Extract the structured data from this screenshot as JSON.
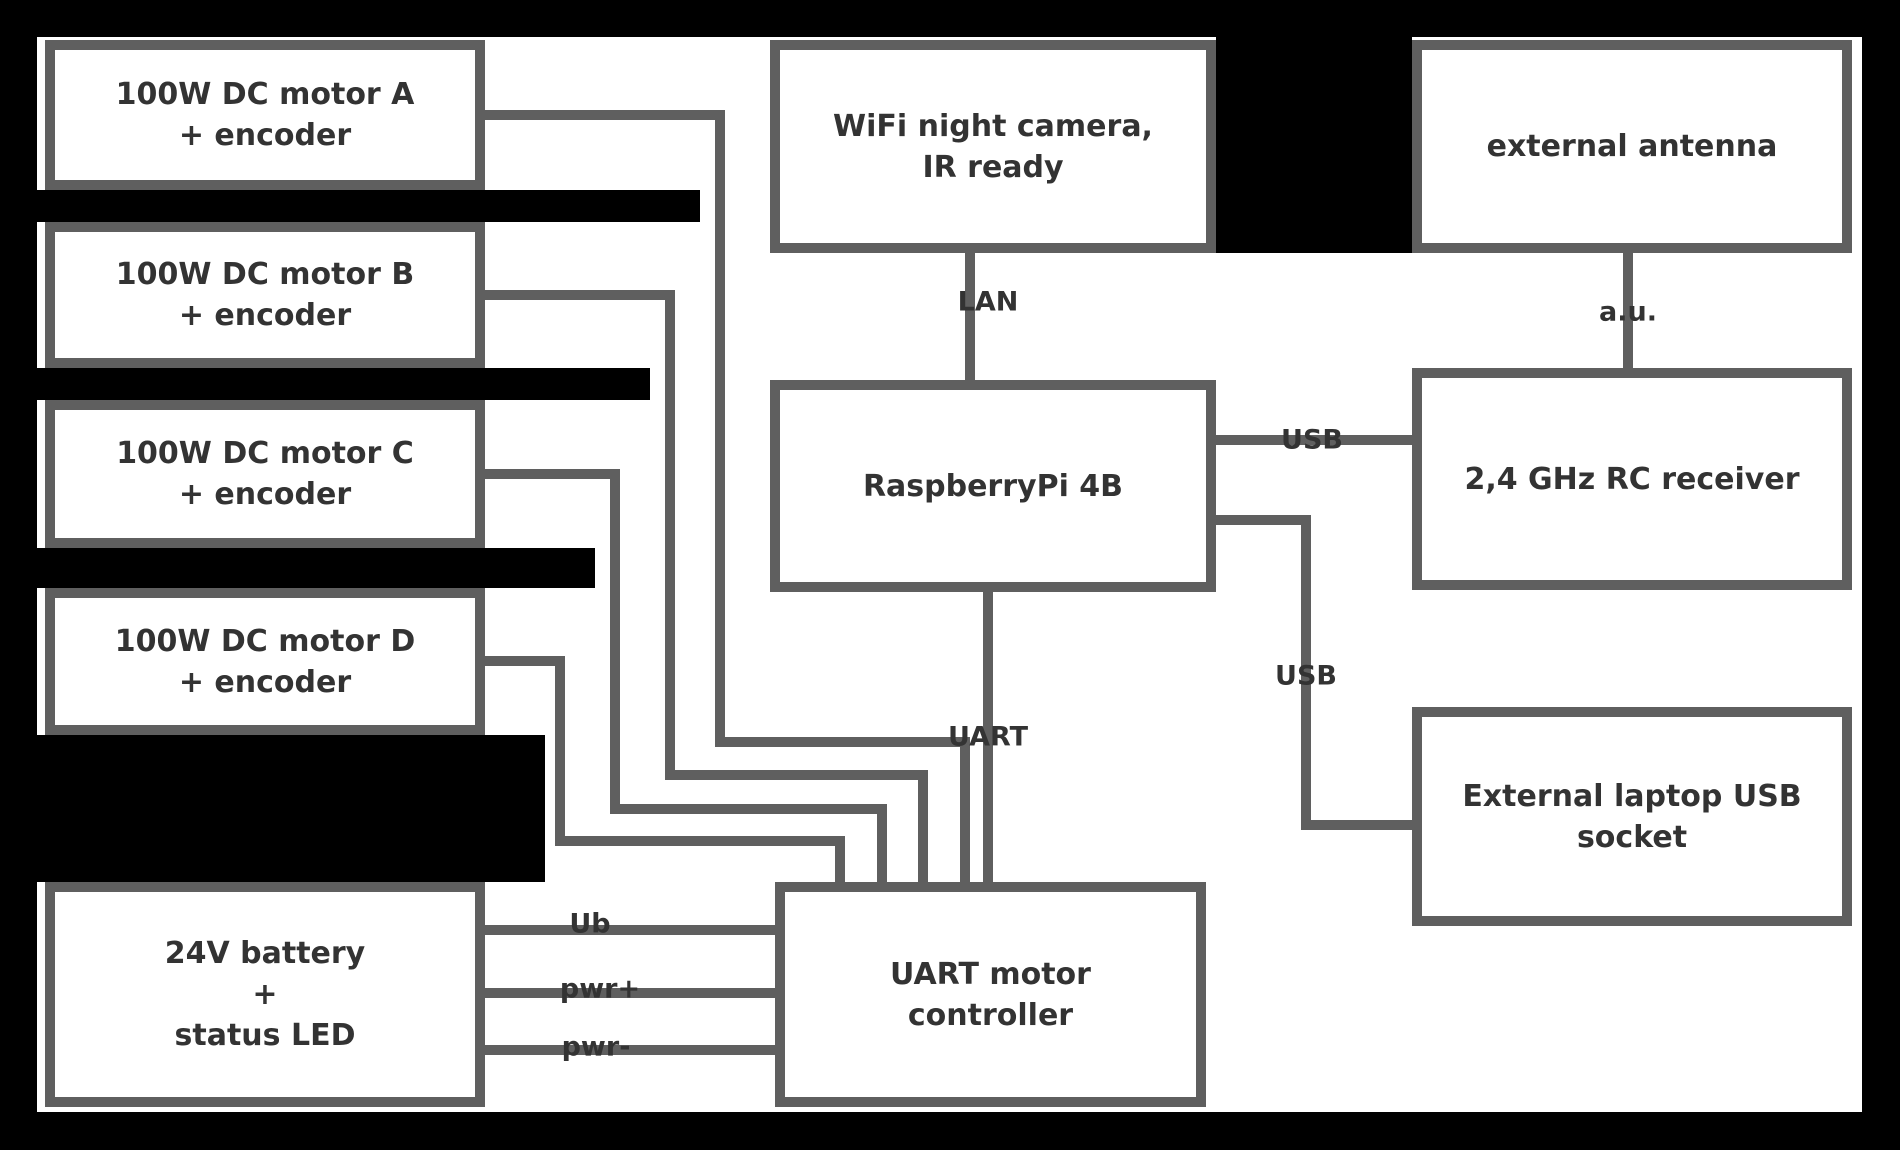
{
  "diagram": {
    "title": "robot hardware block diagram",
    "colors": {
      "background": "#000000",
      "canvas": "#ffffff",
      "box_border": "#5f5f5f",
      "wire": "#5f5f5f",
      "text": "#333333"
    },
    "boxes": {
      "motor_a": {
        "line1": "100W DC motor A",
        "line2": "+ encoder"
      },
      "motor_b": {
        "line1": "100W DC motor B",
        "line2": "+ encoder"
      },
      "motor_c": {
        "line1": "100W DC motor C",
        "line2": "+ encoder"
      },
      "motor_d": {
        "line1": "100W DC motor D",
        "line2": "+ encoder"
      },
      "battery": {
        "line1": "24V battery",
        "line2": "+",
        "line3": "status LED"
      },
      "wifi_camera": {
        "line1": "WiFi night camera,",
        "line2": "IR ready"
      },
      "raspberry_pi": {
        "line1": "RaspberryPi 4B"
      },
      "motor_controller": {
        "line1": "UART motor",
        "line2": "controller"
      },
      "antenna": {
        "line1": "external antenna"
      },
      "rc_receiver": {
        "line1": "2,4 GHz RC receiver"
      },
      "usb_socket": {
        "line1": "External laptop USB",
        "line2": "socket"
      }
    },
    "wire_labels": {
      "camera_link": "LAN",
      "uart": "UART",
      "usb_receiver": "USB",
      "usb_socket": "USB",
      "antenna_link": "a.u.",
      "battery_line1": "Ub",
      "battery_line2": "pwr+",
      "battery_line3": "pwr-"
    }
  }
}
